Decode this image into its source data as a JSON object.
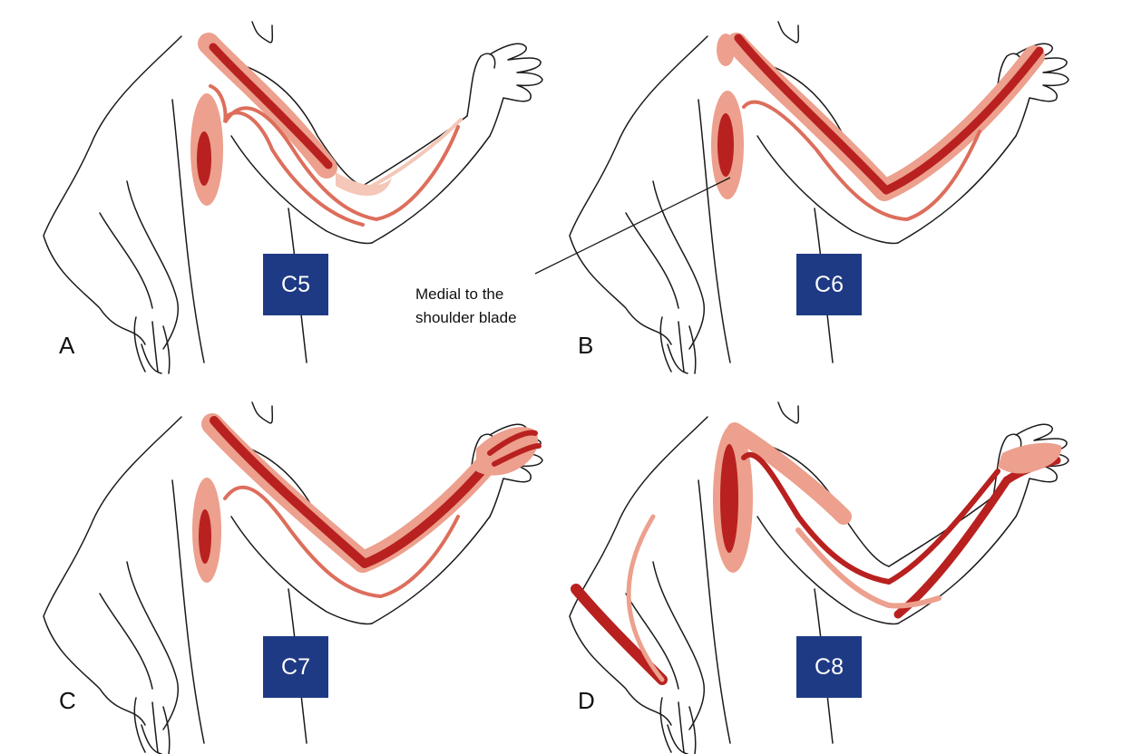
{
  "colors": {
    "dark": "#b8211f",
    "mid": "#dd6e5c",
    "light": "#eca08d",
    "faint": "#f4c7b8",
    "box": "#1f3a84",
    "outline": "#1a1a1a"
  },
  "panels": [
    {
      "letter": "A",
      "root": "C5"
    },
    {
      "letter": "B",
      "root": "C6"
    },
    {
      "letter": "C",
      "root": "C7"
    },
    {
      "letter": "D",
      "root": "C8"
    }
  ],
  "callout": {
    "line1": "Medial to the",
    "line2": "shoulder blade"
  }
}
